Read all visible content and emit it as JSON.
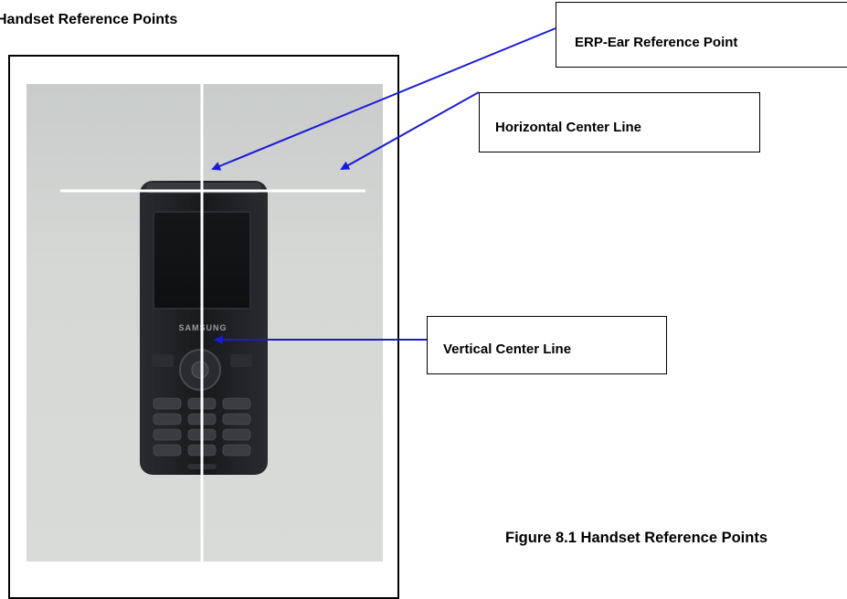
{
  "heading": "Handset Reference Points",
  "callouts": {
    "erp": "ERP-Ear Reference Point",
    "horizontal": "Horizontal Center Line",
    "vertical": "Vertical Center Line"
  },
  "phone": {
    "brand": "SAMSUNG"
  },
  "caption": "Figure 8.1 Handset Reference Points",
  "colors": {
    "arrow": "#1a1adb",
    "reference_line": "#ffffff",
    "phone_body": "#1c1d1f",
    "background": "#d6d8d6"
  }
}
